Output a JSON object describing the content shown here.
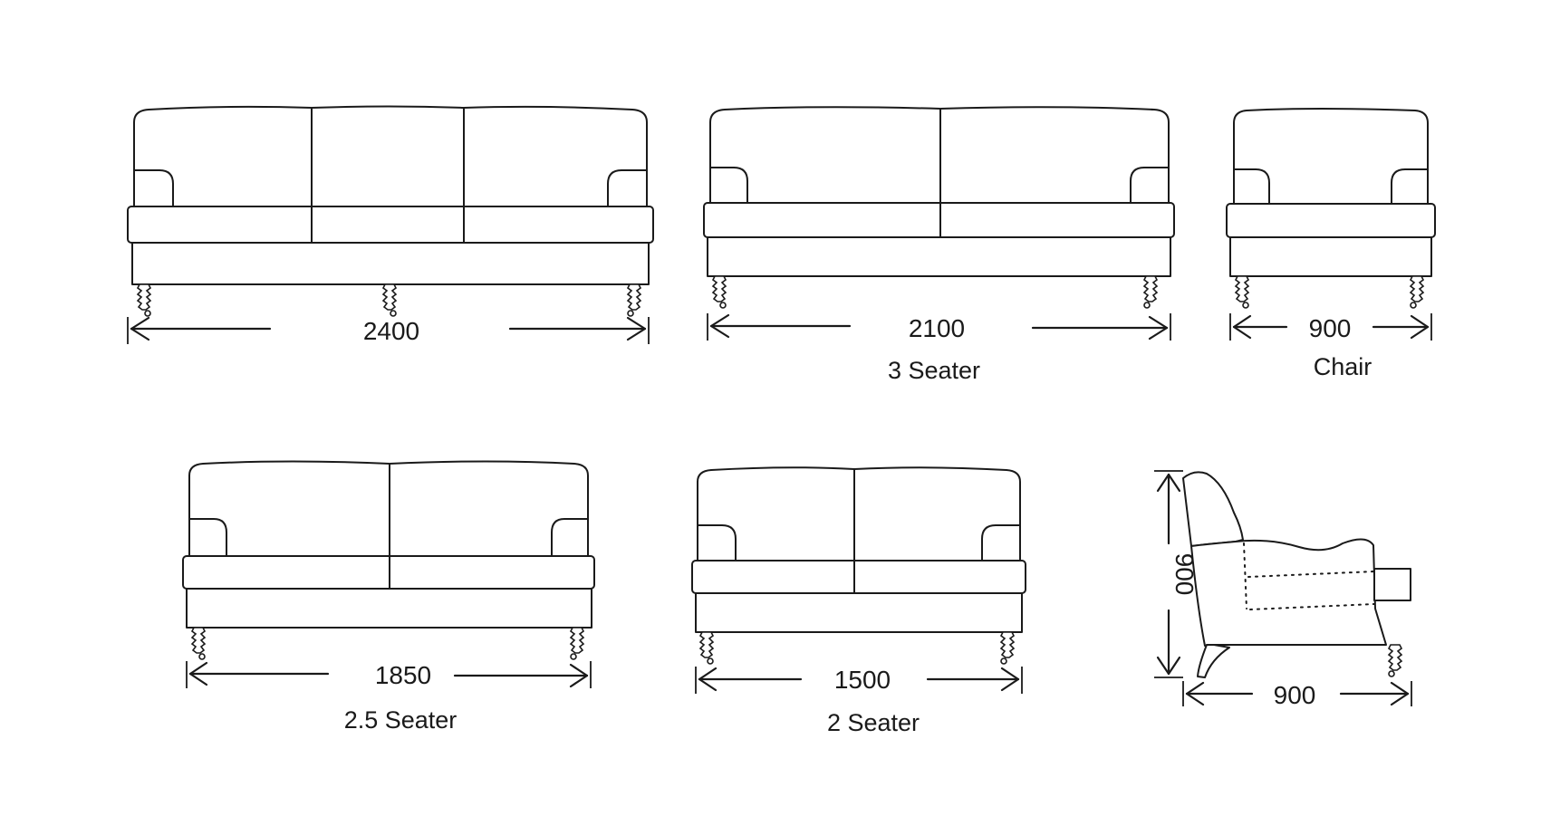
{
  "views": [
    {
      "id": "4-seater",
      "dimension": "2400",
      "caption": ""
    },
    {
      "id": "3-seater",
      "dimension": "2100",
      "caption": "3 Seater"
    },
    {
      "id": "chair",
      "dimension": "900",
      "caption": "Chair"
    },
    {
      "id": "2-5-seater",
      "dimension": "1850",
      "caption": "2.5 Seater"
    },
    {
      "id": "2-seater",
      "dimension": "1500",
      "caption": "2 Seater"
    },
    {
      "id": "side-view",
      "height_dimension": "900",
      "depth_dimension": "900"
    }
  ],
  "colors": {
    "line": "#1a1a1a",
    "background": "#ffffff"
  }
}
